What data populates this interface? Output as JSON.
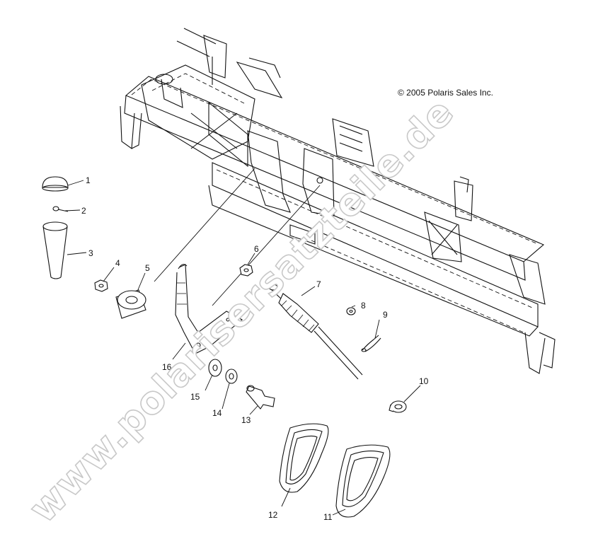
{
  "copyright": "© 2005 Polaris Sales Inc.",
  "watermark": "www.polarisersatzteile.de",
  "callouts": {
    "c1": "1",
    "c2": "2",
    "c3": "3",
    "c4": "4",
    "c5": "5",
    "c6": "6",
    "c7": "7",
    "c8": "8",
    "c9": "9",
    "c10": "10",
    "c11": "11",
    "c12": "12",
    "c13": "13",
    "c14": "14",
    "c15": "15",
    "c16": "16"
  },
  "colors": {
    "line": "#111111",
    "background": "#ffffff",
    "watermark_outline": "#c8c8c8"
  }
}
